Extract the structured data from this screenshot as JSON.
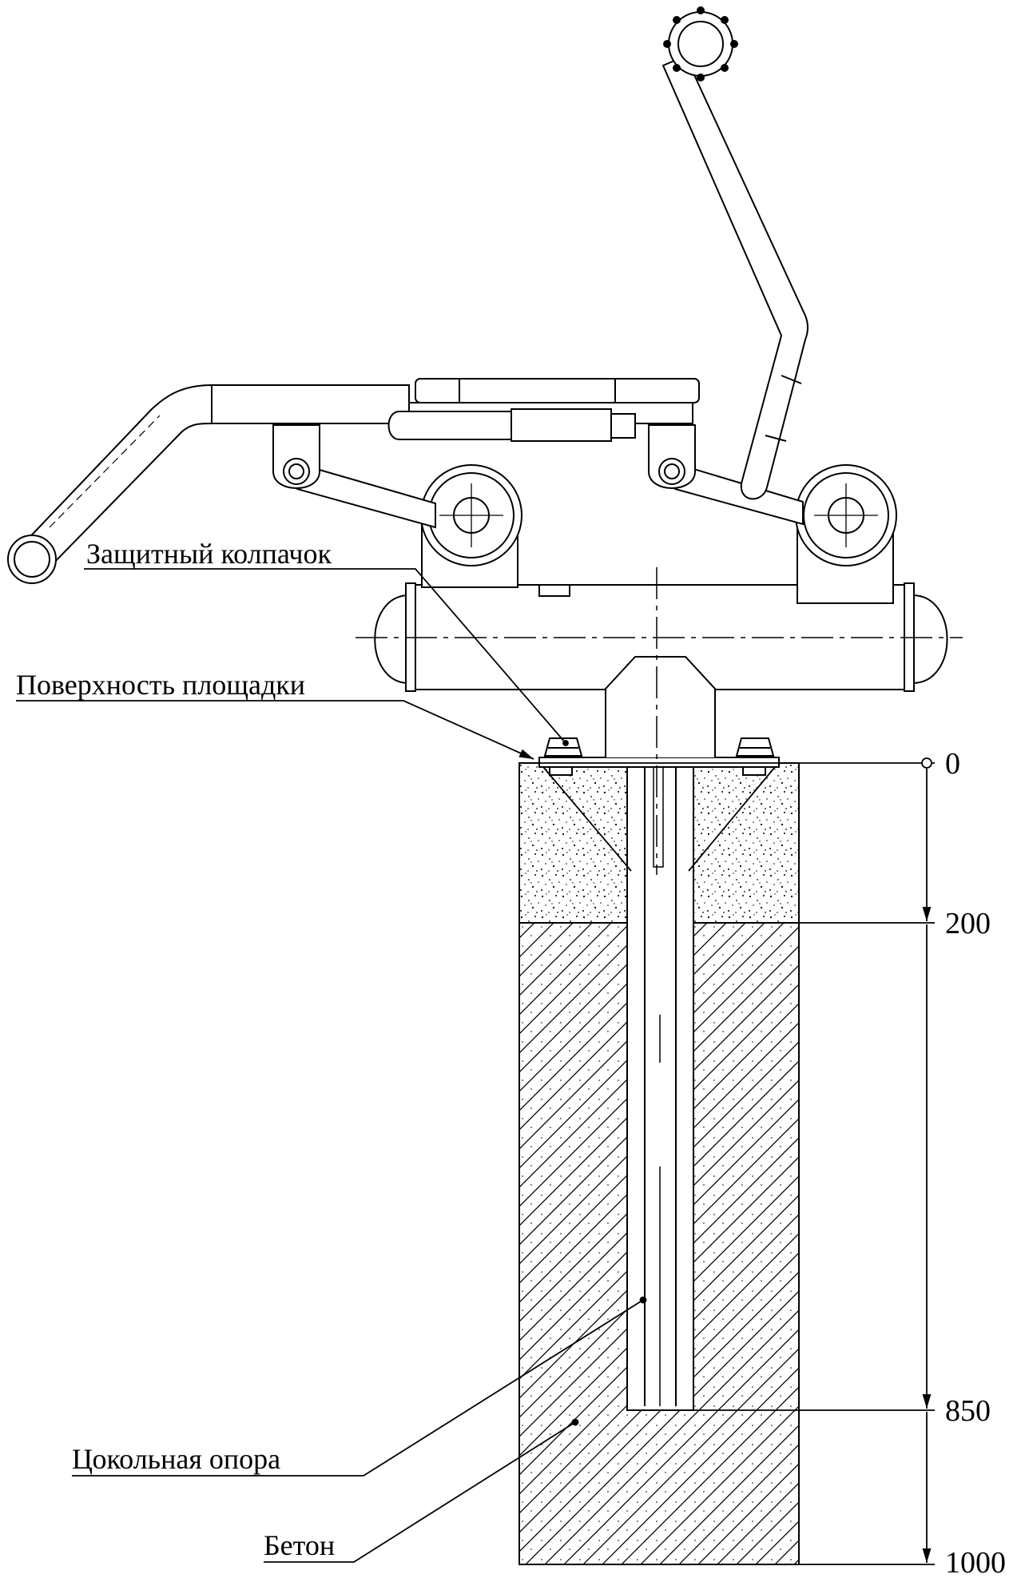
{
  "labels": {
    "protective_cap": "Защитный колпачок",
    "platform_surface": "Поверхность площадки",
    "base_support": "Цокольная опора",
    "concrete": "Бетон"
  },
  "dimensions": [
    "0",
    "200",
    "850",
    "1000"
  ],
  "colors": {
    "line": "#000000",
    "background": "#ffffff"
  }
}
